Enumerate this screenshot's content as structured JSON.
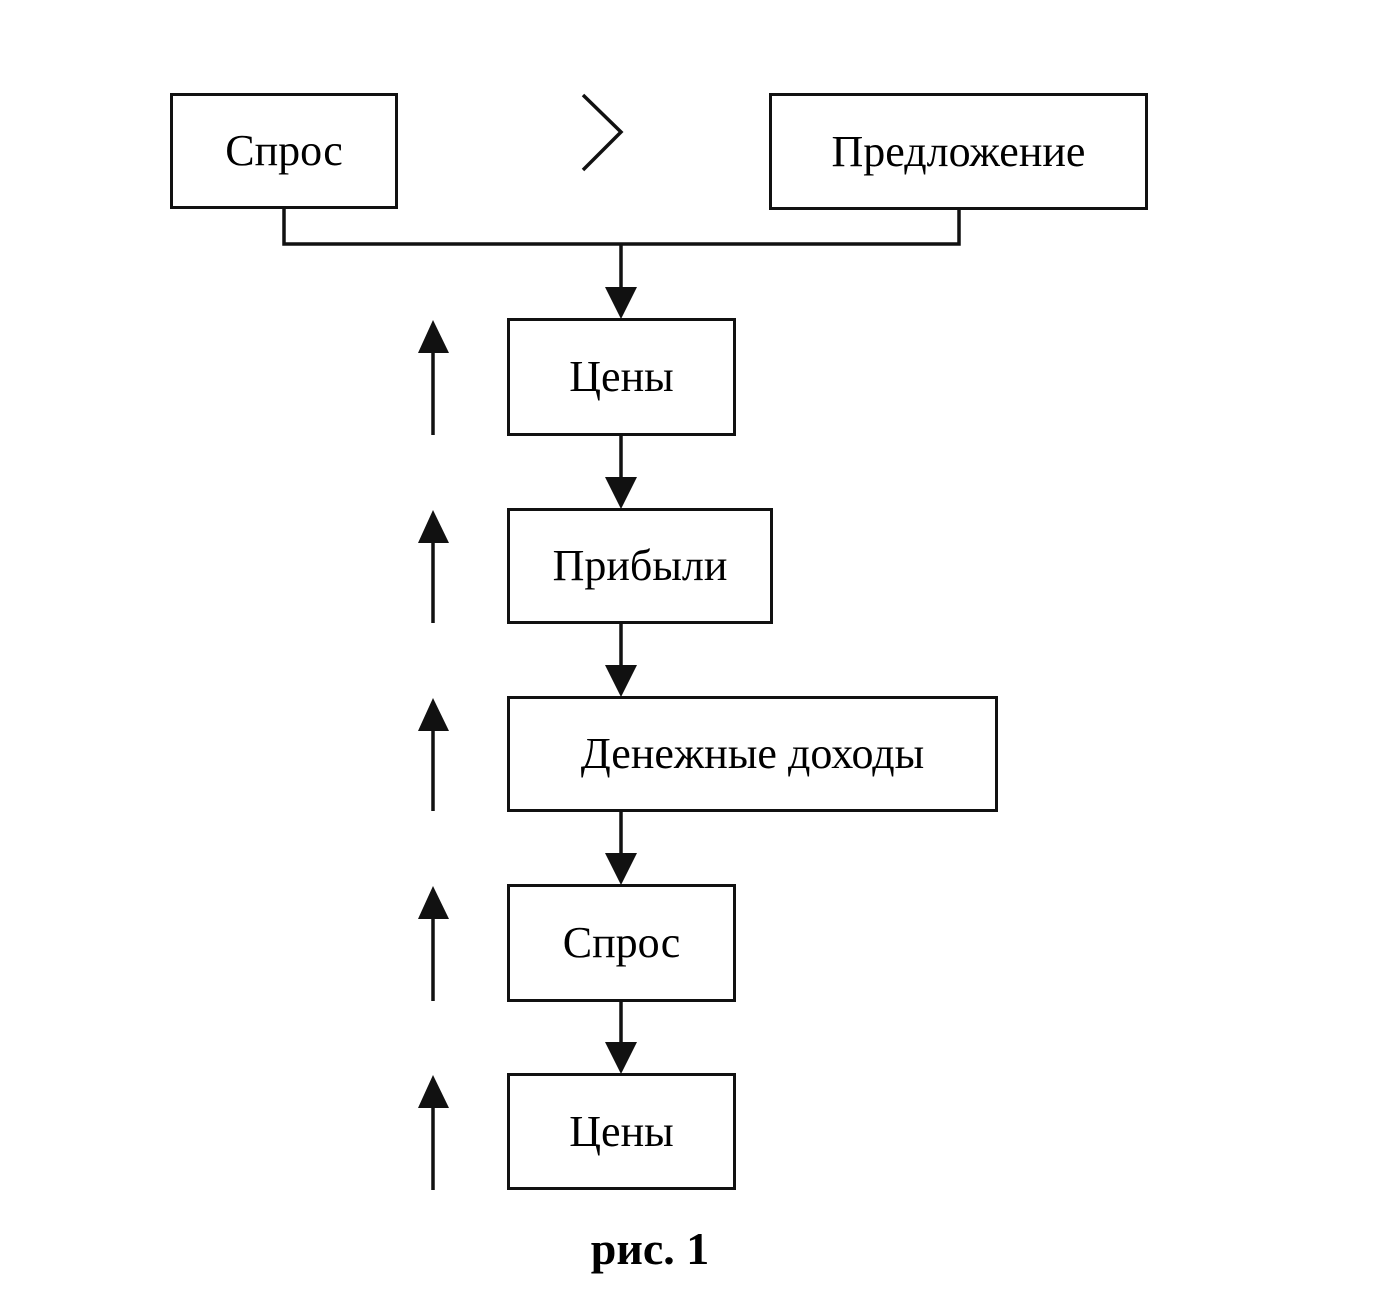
{
  "diagram": {
    "top_row": {
      "left_box": "Спрос",
      "comparison_symbol": "greater-than",
      "right_box": "Предложение"
    },
    "chain": [
      {
        "label": "Цены",
        "trend": "up"
      },
      {
        "label": "Прибыли",
        "trend": "up"
      },
      {
        "label": "Денежные доходы",
        "trend": "up"
      },
      {
        "label": "Спрос",
        "trend": "up"
      },
      {
        "label": "Цены",
        "trend": "up"
      }
    ],
    "caption": "рис. 1",
    "line_color": "#111111"
  }
}
